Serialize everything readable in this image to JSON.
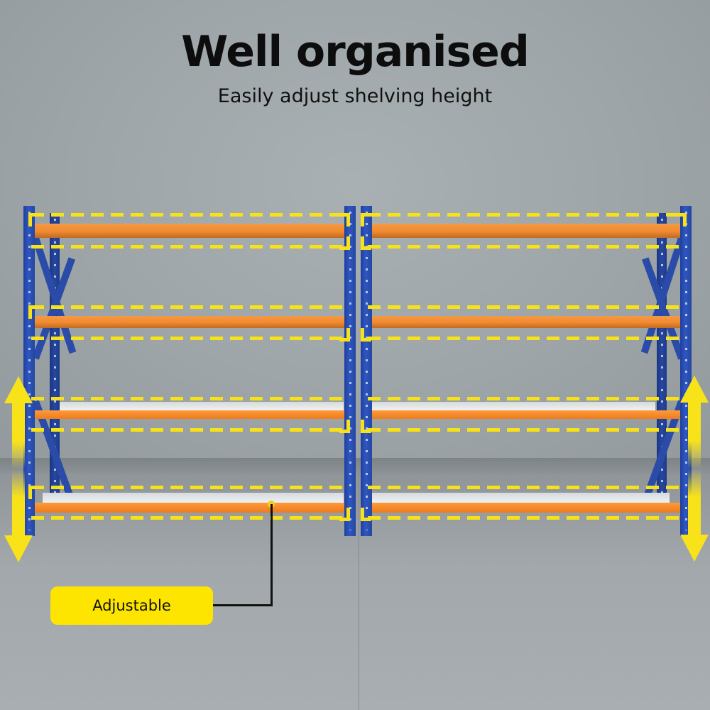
{
  "header": {
    "title": "Well organised",
    "subtitle": "Easily adjust shelving height"
  },
  "callout": {
    "label": "Adjustable"
  },
  "product": {
    "type": "two-bay steel storage shelving",
    "bays": 2,
    "shelf_levels": 4,
    "indicator_icons": [
      "double-arrow-left",
      "double-arrow-right"
    ]
  },
  "colors": {
    "frame_blue": "#2a4fb5",
    "beam_orange": "#f08a30",
    "highlight_yellow": "#f7e21a",
    "callout_yellow": "#fde500",
    "wall_grey": "#a3aaad",
    "text": "#0d0d0d"
  }
}
